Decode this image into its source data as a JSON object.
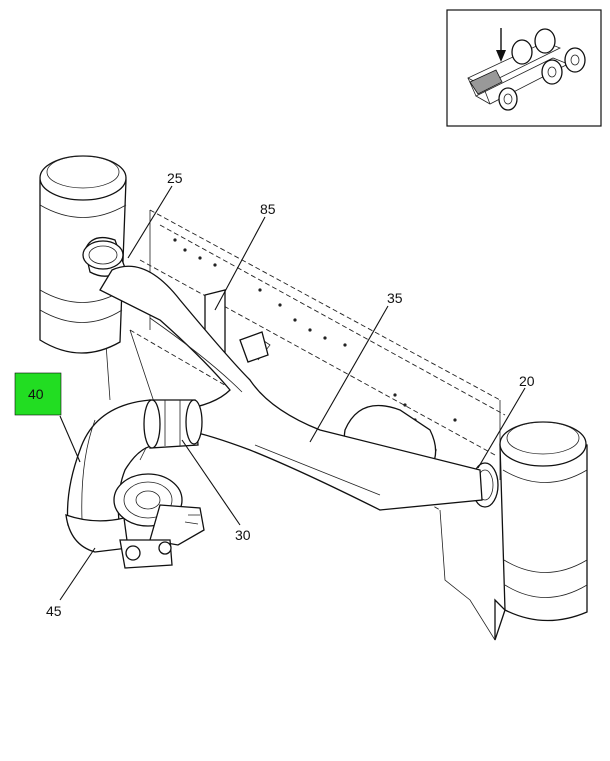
{
  "highlight_color": "#22dd22",
  "callouts": {
    "c20": "20",
    "c25": "25",
    "c30": "30",
    "c35": "35",
    "c40": "40",
    "c45": "45",
    "c85": "85"
  },
  "highlighted_callout": "40",
  "icons": {
    "locator": "truck-chassis-locator-icon",
    "arrow": "down-arrow-icon"
  }
}
